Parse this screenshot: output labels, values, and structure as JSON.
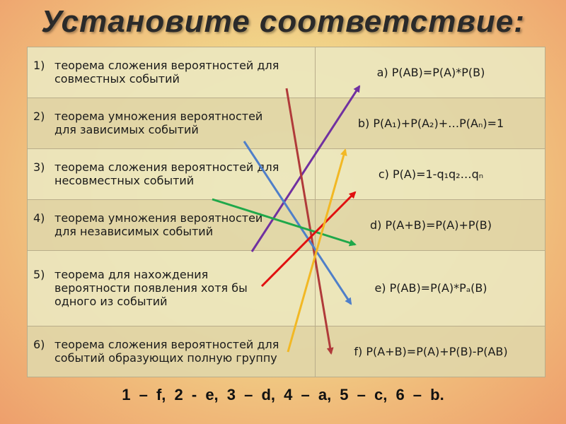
{
  "title": "Установите соответствие:",
  "rows": [
    {
      "n": "1)",
      "l1": "теорема сложения вероятностей для",
      "l2": "совместных событий",
      "l3": "",
      "right": "a)  P(AB)=P(A)*P(B)"
    },
    {
      "n": "2)",
      "l1": "теорема умножения вероятностей",
      "l2": "для зависимых событий",
      "l3": "",
      "right": "b) P(A₁)+P(A₂)+…P(Aₙ)=1"
    },
    {
      "n": "3)",
      "l1": "теорема сложения вероятностей для",
      "l2": "несовместных событий",
      "l3": "",
      "right": "c) P(A)=1-q₁q₂…qₙ"
    },
    {
      "n": "4)",
      "l1": "теорема умножения вероятностей",
      "l2": "для независимых событий",
      "l3": "",
      "right": "d) P(A+B)=P(A)+P(B)"
    },
    {
      "n": "5)",
      "l1": "теорема для нахождения",
      "l2": "вероятности появления хотя бы",
      "l3": "одного из событий",
      "right": "e) P(AB)=P(A)*Pₐ(B)"
    },
    {
      "n": "6)",
      "l1": "теорема сложения вероятностей для",
      "l2": "событий образующих полную группу",
      "l3": "",
      "right": "f) P(A+B)=P(A)+P(B)-P(AB)"
    }
  ],
  "answer": "1 – f,    2 - e,    3 – d,    4 – a,    5 – c,    6 – b.",
  "colors": {
    "purple": "#7030a0",
    "maroon": "#b03a3a",
    "blue": "#4f7fc9",
    "green": "#1fa84a",
    "red": "#e01010",
    "yellow": "#f2b824"
  }
}
